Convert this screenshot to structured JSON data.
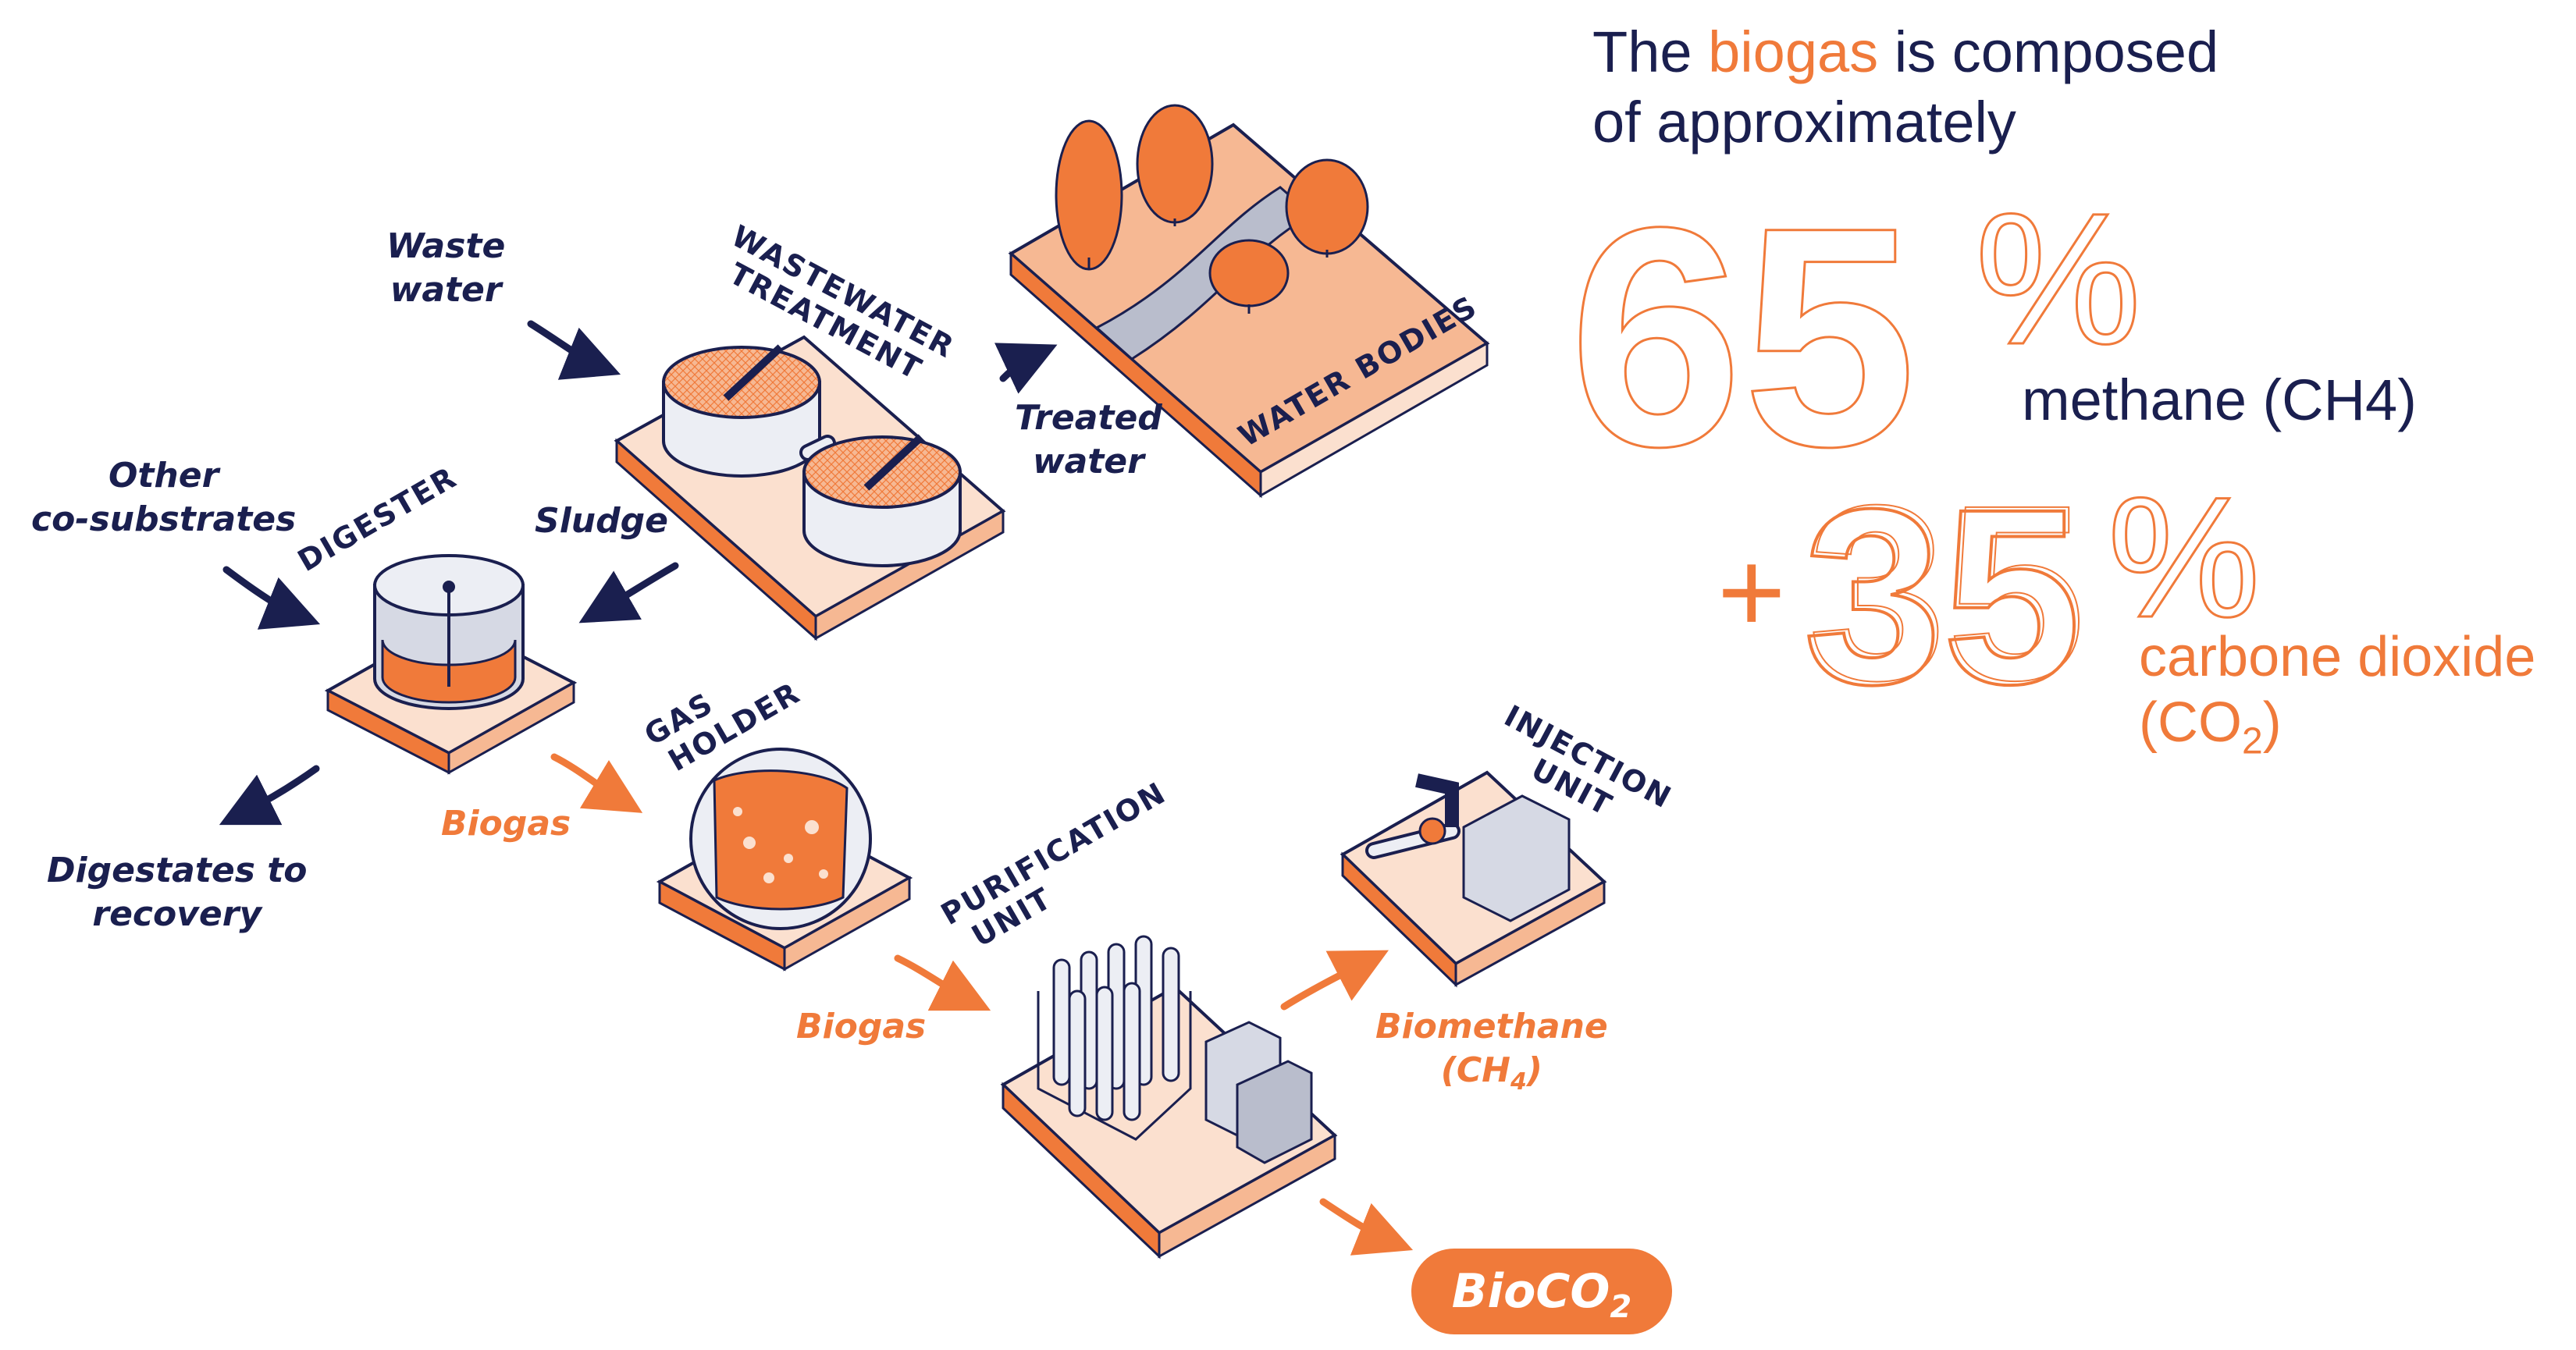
{
  "header": {
    "title_part1": "The ",
    "title_highlight": "biogas",
    "title_part2": " is composed",
    "title_line2": "of approximately"
  },
  "composition": {
    "methane_value": "65",
    "methane_percent": "%",
    "methane_label": "methane (CH4)",
    "plus_sign": "+",
    "co2_value": "35",
    "co2_percent": "%",
    "co2_label_line1": "carbone dioxide",
    "co2_label_prefix": "(CO",
    "co2_label_sub": "2",
    "co2_label_suffix": ")"
  },
  "units": {
    "wastewater_treatment_line1": "WASTEWATER",
    "wastewater_treatment_line2": "TREATMENT",
    "water_bodies": "WATER BODIES",
    "digester": "DIGESTER",
    "gas_holder_line1": "GAS",
    "gas_holder_line2": "HOLDER",
    "purification_line1": "PURIFICATION",
    "purification_line2": "UNIT",
    "injection_line1": "INJECTION",
    "injection_line2": "UNIT"
  },
  "flows": {
    "waste_water_line1": "Waste",
    "waste_water_line2": "water",
    "treated_water_line1": "Treated",
    "treated_water_line2": "water",
    "other_line1": "Other",
    "other_line2": "co-substrates",
    "sludge": "Sludge",
    "digestates_line1": "Digestates to",
    "digestates_line2": "recovery",
    "biogas_1": "Biogas",
    "biogas_2": "Biogas",
    "biomethane_line1": "Biomethane",
    "biomethane_line2_prefix": "(CH",
    "biomethane_line2_sub": "4",
    "biomethane_line2_suffix": ")",
    "bioco2_prefix": "BioCO",
    "bioco2_sub": "2"
  },
  "colors": {
    "navy": "#1a1f4f",
    "orange": "#f07a3a",
    "light_orange": "#f6b893",
    "pale": "#fbe0cf"
  }
}
